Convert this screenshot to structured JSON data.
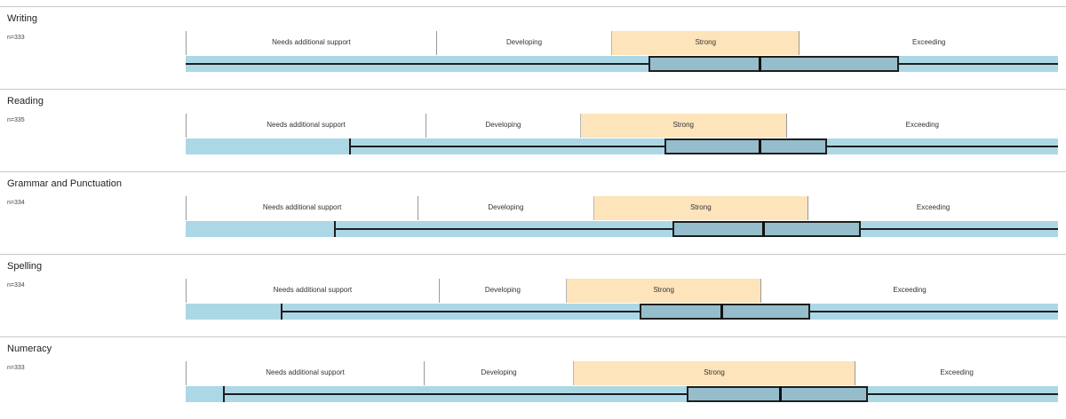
{
  "colors": {
    "track": "#acd8e6",
    "box_fill": "#95bdcb",
    "highlight_band": "#fde4bb",
    "line": "#1e1e1e",
    "divider": "#c8c8c8"
  },
  "chart_data": [
    {
      "type": "boxplot",
      "title": "Writing",
      "n_label": "n=333",
      "bands": [
        {
          "label": "Needs additional support",
          "start": 0,
          "end": 28.7,
          "highlight": false
        },
        {
          "label": "Developing",
          "start": 28.7,
          "end": 48.8,
          "highlight": false
        },
        {
          "label": "Strong",
          "start": 48.8,
          "end": 70.3,
          "highlight": true
        },
        {
          "label": "Exceeding",
          "start": 70.3,
          "end": 100,
          "highlight": false
        }
      ],
      "whisker_low": 0,
      "q1": 53.1,
      "median": 65.8,
      "q3": 81.8,
      "whisker_high": 100,
      "xlim": [
        0,
        100
      ]
    },
    {
      "type": "boxplot",
      "title": "Reading",
      "n_label": "n=335",
      "bands": [
        {
          "label": "Needs additional support",
          "start": 0,
          "end": 27.5,
          "highlight": false
        },
        {
          "label": "Developing",
          "start": 27.5,
          "end": 45.2,
          "highlight": false
        },
        {
          "label": "Strong",
          "start": 45.2,
          "end": 68.8,
          "highlight": true
        },
        {
          "label": "Exceeding",
          "start": 68.8,
          "end": 100,
          "highlight": false
        }
      ],
      "whisker_low": 18.8,
      "q1": 54.9,
      "median": 65.8,
      "q3": 73.5,
      "whisker_high": 100,
      "xlim": [
        0,
        100
      ]
    },
    {
      "type": "boxplot",
      "title": "Grammar and Punctuation",
      "n_label": "n=334",
      "bands": [
        {
          "label": "Needs additional support",
          "start": 0,
          "end": 26.6,
          "highlight": false
        },
        {
          "label": "Developing",
          "start": 26.6,
          "end": 46.7,
          "highlight": false
        },
        {
          "label": "Strong",
          "start": 46.7,
          "end": 71.3,
          "highlight": true
        },
        {
          "label": "Exceeding",
          "start": 71.3,
          "end": 100,
          "highlight": false
        }
      ],
      "whisker_low": 17.1,
      "q1": 55.8,
      "median": 66.2,
      "q3": 77.4,
      "whisker_high": 100,
      "xlim": [
        0,
        100
      ]
    },
    {
      "type": "boxplot",
      "title": "Spelling",
      "n_label": "n=334",
      "bands": [
        {
          "label": "Needs additional support",
          "start": 0,
          "end": 29.0,
          "highlight": false
        },
        {
          "label": "Developing",
          "start": 29.0,
          "end": 43.6,
          "highlight": false
        },
        {
          "label": "Strong",
          "start": 43.6,
          "end": 65.9,
          "highlight": true
        },
        {
          "label": "Exceeding",
          "start": 65.9,
          "end": 100,
          "highlight": false
        }
      ],
      "whisker_low": 11.0,
      "q1": 52.0,
      "median": 61.5,
      "q3": 71.6,
      "whisker_high": 100,
      "xlim": [
        0,
        100
      ]
    },
    {
      "type": "boxplot",
      "title": "Numeracy",
      "n_label": "n=333",
      "bands": [
        {
          "label": "Needs additional support",
          "start": 0,
          "end": 27.3,
          "highlight": false
        },
        {
          "label": "Developing",
          "start": 27.3,
          "end": 44.4,
          "highlight": false
        },
        {
          "label": "Strong",
          "start": 44.4,
          "end": 76.7,
          "highlight": true
        },
        {
          "label": "Exceeding",
          "start": 76.7,
          "end": 100,
          "highlight": false
        }
      ],
      "whisker_low": 4.4,
      "q1": 57.4,
      "median": 68.2,
      "q3": 78.2,
      "whisker_high": 100,
      "xlim": [
        0,
        100
      ]
    }
  ]
}
